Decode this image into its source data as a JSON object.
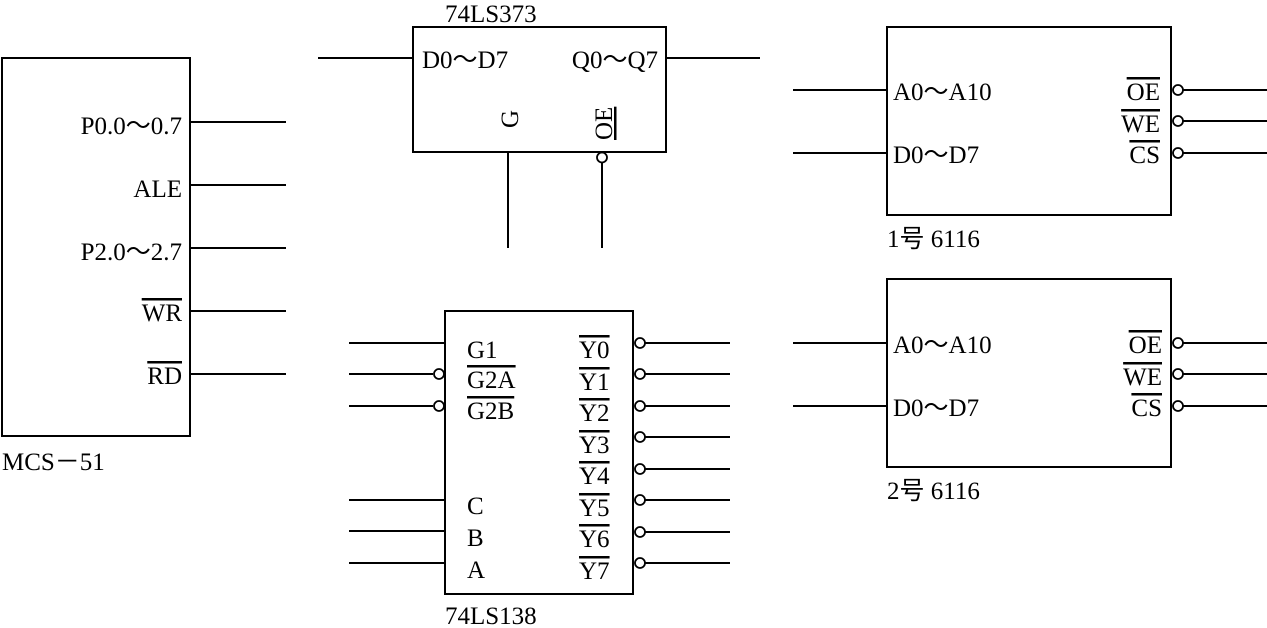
{
  "mcs51": {
    "name": "MCS－51",
    "pins": [
      "P0.0～0.7",
      "ALE",
      "P2.0～2.7",
      "WR",
      "RD"
    ]
  },
  "ls373": {
    "name": "74LS373",
    "input": "D0～D7",
    "output": "Q0～Q7",
    "gate": "G",
    "enable": "OE"
  },
  "ls138": {
    "name": "74LS138",
    "enables": [
      "G1",
      "G2A",
      "G2B"
    ],
    "selects": [
      "C",
      "B",
      "A"
    ],
    "outputs": [
      "Y0",
      "Y1",
      "Y2",
      "Y3",
      "Y4",
      "Y5",
      "Y6",
      "Y7"
    ]
  },
  "ram1": {
    "name": "1号 6116",
    "address": "A0～A10",
    "data": "D0～D7",
    "controls": [
      "OE",
      "WE",
      "CS"
    ]
  },
  "ram2": {
    "name": "2号 6116",
    "address": "A0～A10",
    "data": "D0～D7",
    "controls": [
      "OE",
      "WE",
      "CS"
    ]
  }
}
